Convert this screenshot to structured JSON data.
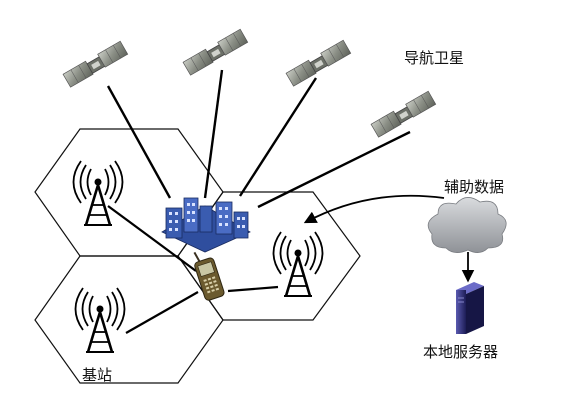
{
  "labels": {
    "satellites": "导航卫星",
    "assist_data": "辅助数据",
    "local_server": "本地服务器",
    "base_station": "基站"
  },
  "colors": {
    "building": "#3a5cb0",
    "building_dark": "#22386e",
    "cloud": "#a3a6ab",
    "server": "#2a2a6a",
    "satellite_panel": "#8d9188",
    "phone": "#6b5a2e"
  }
}
